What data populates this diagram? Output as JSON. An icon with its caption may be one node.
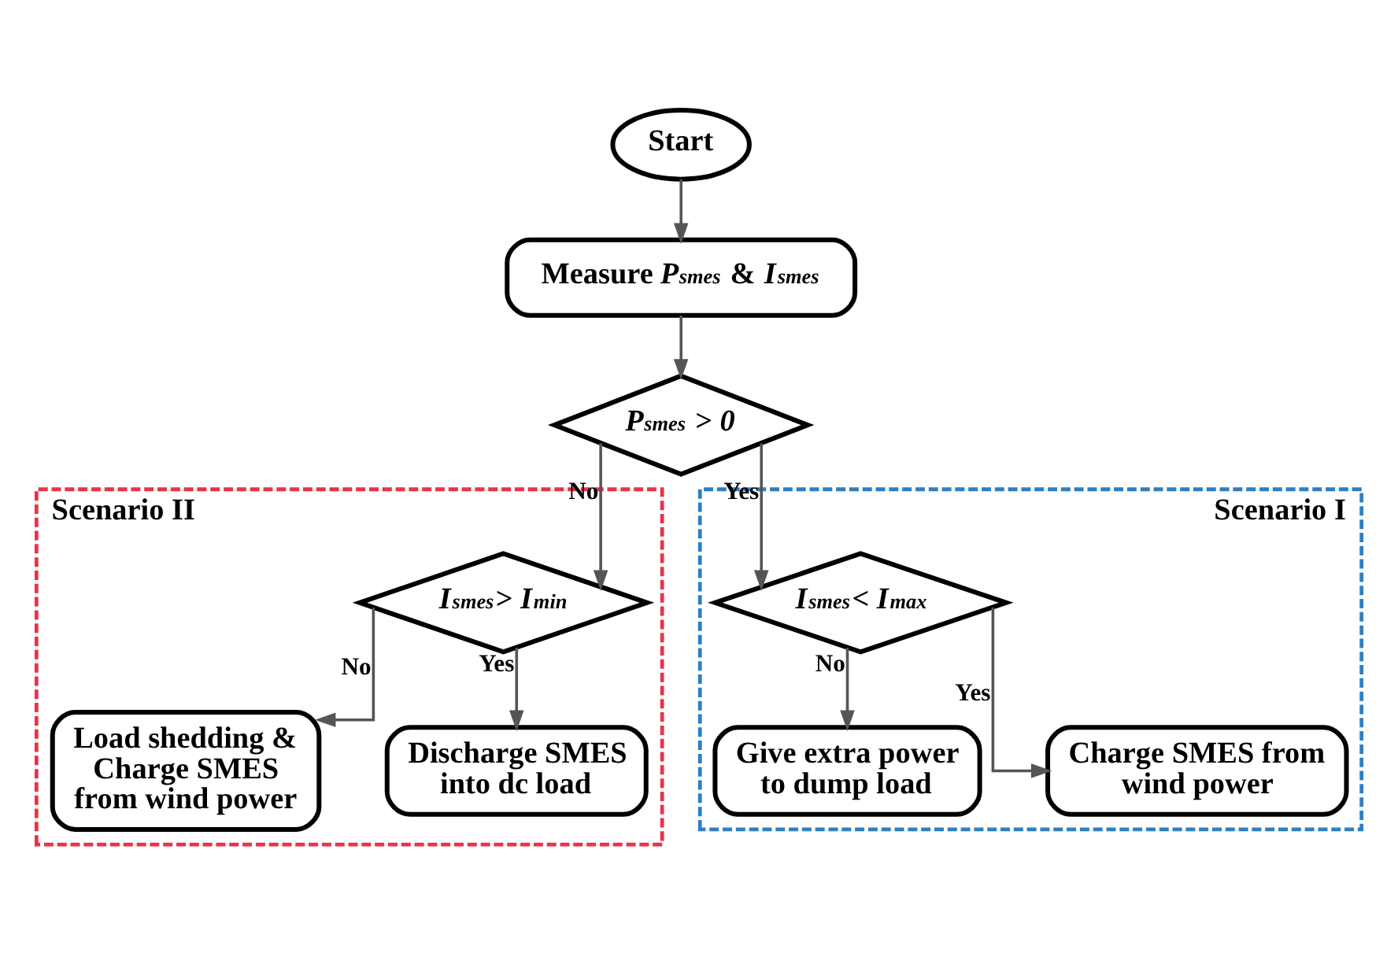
{
  "diagram": {
    "nodes": [
      {
        "text": [
          "Start"
        ]
      },
      {
        "text": [
          "Measure *P*$_{smes}$ & *I*$_{smes}$"
        ]
      },
      {
        "text": [
          "*P*$_{smes}$ > *0*"
        ]
      },
      {
        "text": [
          "Scenario II"
        ]
      },
      {
        "text": [
          "*I*$_{smes}$> *I*$_{min}$"
        ],
        "in": 3
      },
      {
        "text": [
          "Load shedding & Charge SMES from wind power"
        ],
        "in": 3
      },
      {
        "text": [
          "Discharge SMES into dc load"
        ],
        "in": 3
      },
      {
        "text": [
          "Scenario I"
        ]
      },
      {
        "text": [
          "*I*$_{smes}$< *I*$_{max}$"
        ],
        "in": 7
      },
      {
        "text": [
          "Give extra power to dump load"
        ],
        "in": 7
      },
      {
        "text": [
          "Charge SMES from wind power"
        ],
        "in": 7
      }
    ],
    "edges": [
      {
        "from": 0,
        "to": 1,
        "arrow": "to"
      },
      {
        "from": 1,
        "to": 2,
        "arrow": "to"
      },
      {
        "from": 2,
        "to": 4,
        "label": "No",
        "arrow": "to"
      },
      {
        "from": 2,
        "to": 8,
        "label": "Yes",
        "arrow": "to"
      },
      {
        "from": 4,
        "to": 5,
        "label": "No",
        "arrow": "to"
      },
      {
        "from": 4,
        "to": 6,
        "label": "Yes",
        "arrow": "to"
      },
      {
        "from": 8,
        "to": 9,
        "label": "No",
        "arrow": "to"
      },
      {
        "from": 8,
        "to": 10,
        "label": "Yes",
        "arrow": "to"
      }
    ]
  }
}
